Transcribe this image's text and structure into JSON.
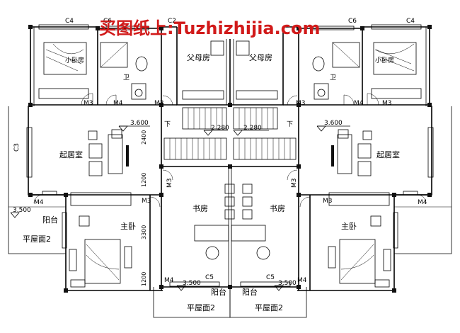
{
  "watermark": "买图纸上:Tuzhizhijia.com",
  "rooms": {
    "bedroom_small": "小卧房",
    "bathroom": "卫",
    "parents_room": "父母房",
    "living_room": "起居室",
    "study": "书房",
    "master_bedroom": "主卧",
    "balcony": "阳台",
    "flat_roof": "平屋面2",
    "down": "下"
  },
  "tags": {
    "c4": "C4",
    "c6": "C6",
    "c2": "C2",
    "c3": "C3",
    "c5": "C5",
    "m3": "M3",
    "m4": "M4"
  },
  "dimensions": {
    "d3600": "3.600",
    "d2280": "2.280",
    "d3500": "3.500",
    "d2400": "2400",
    "d1200": "1200",
    "d3300": "3300"
  }
}
